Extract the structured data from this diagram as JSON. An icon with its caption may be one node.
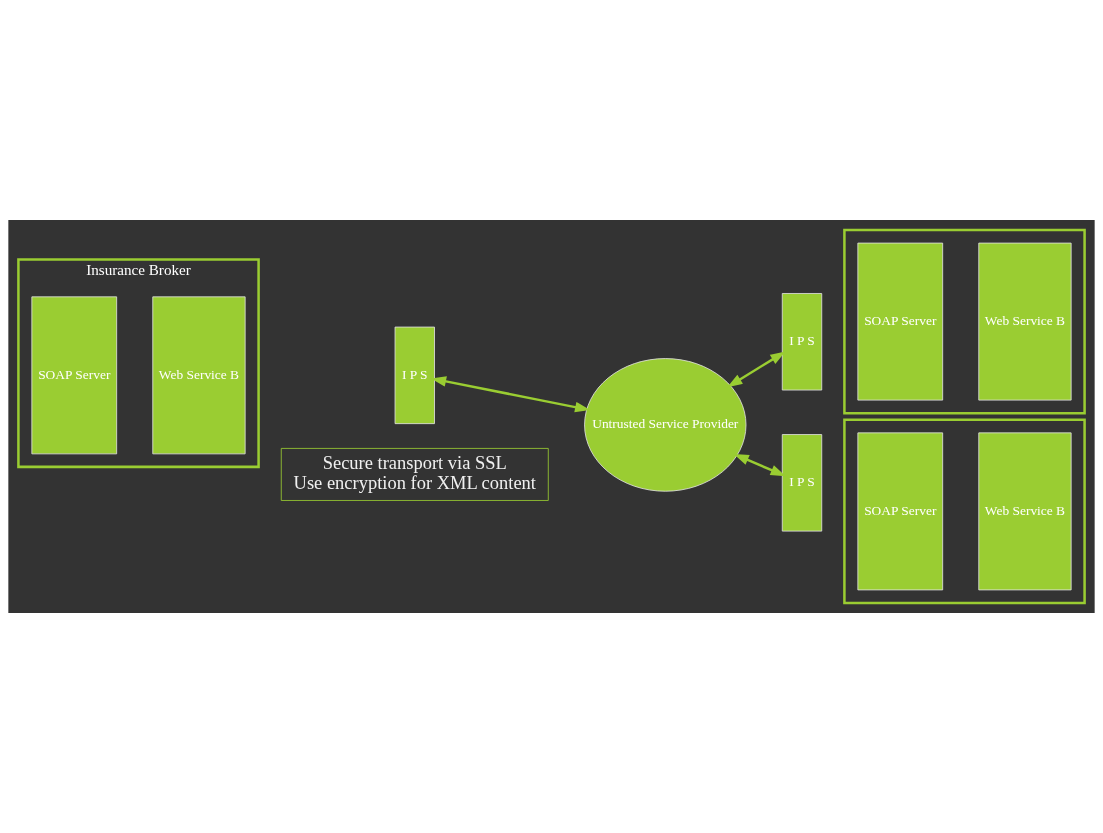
{
  "diagram": {
    "nodes": [
      {
        "text": [
          "Insurance Broker"
        ]
      },
      {
        "text": [
          "SOAP Server"
        ],
        "in": 0
      },
      {
        "text": [
          "Web Service B"
        ],
        "in": 0
      },
      {
        "text": [
          "I P S"
        ]
      },
      {
        "text": [
          "Untrusted Service Provider"
        ]
      },
      {
        "text": [
          "I P S"
        ]
      },
      {
        "text": [],
        "shape": "box"
      },
      {
        "text": [
          "SOAP Server"
        ],
        "in": 6
      },
      {
        "text": [
          "Web Service B"
        ],
        "in": 6
      },
      {
        "text": [
          "I P S"
        ]
      },
      {
        "text": [],
        "shape": "box"
      },
      {
        "text": [
          "SOAP Server"
        ],
        "in": 10
      },
      {
        "text": [
          "Web Service B"
        ],
        "in": 10
      },
      {
        "text": [
          "Secure transport via SSL",
          "Use encryption for XML content"
        ]
      }
    ],
    "edges": [
      {
        "from": 3,
        "to": 4,
        "arrow": "both"
      },
      {
        "from": 4,
        "to": 5,
        "arrow": "both"
      },
      {
        "from": 4,
        "to": 9,
        "arrow": "both"
      }
    ]
  }
}
